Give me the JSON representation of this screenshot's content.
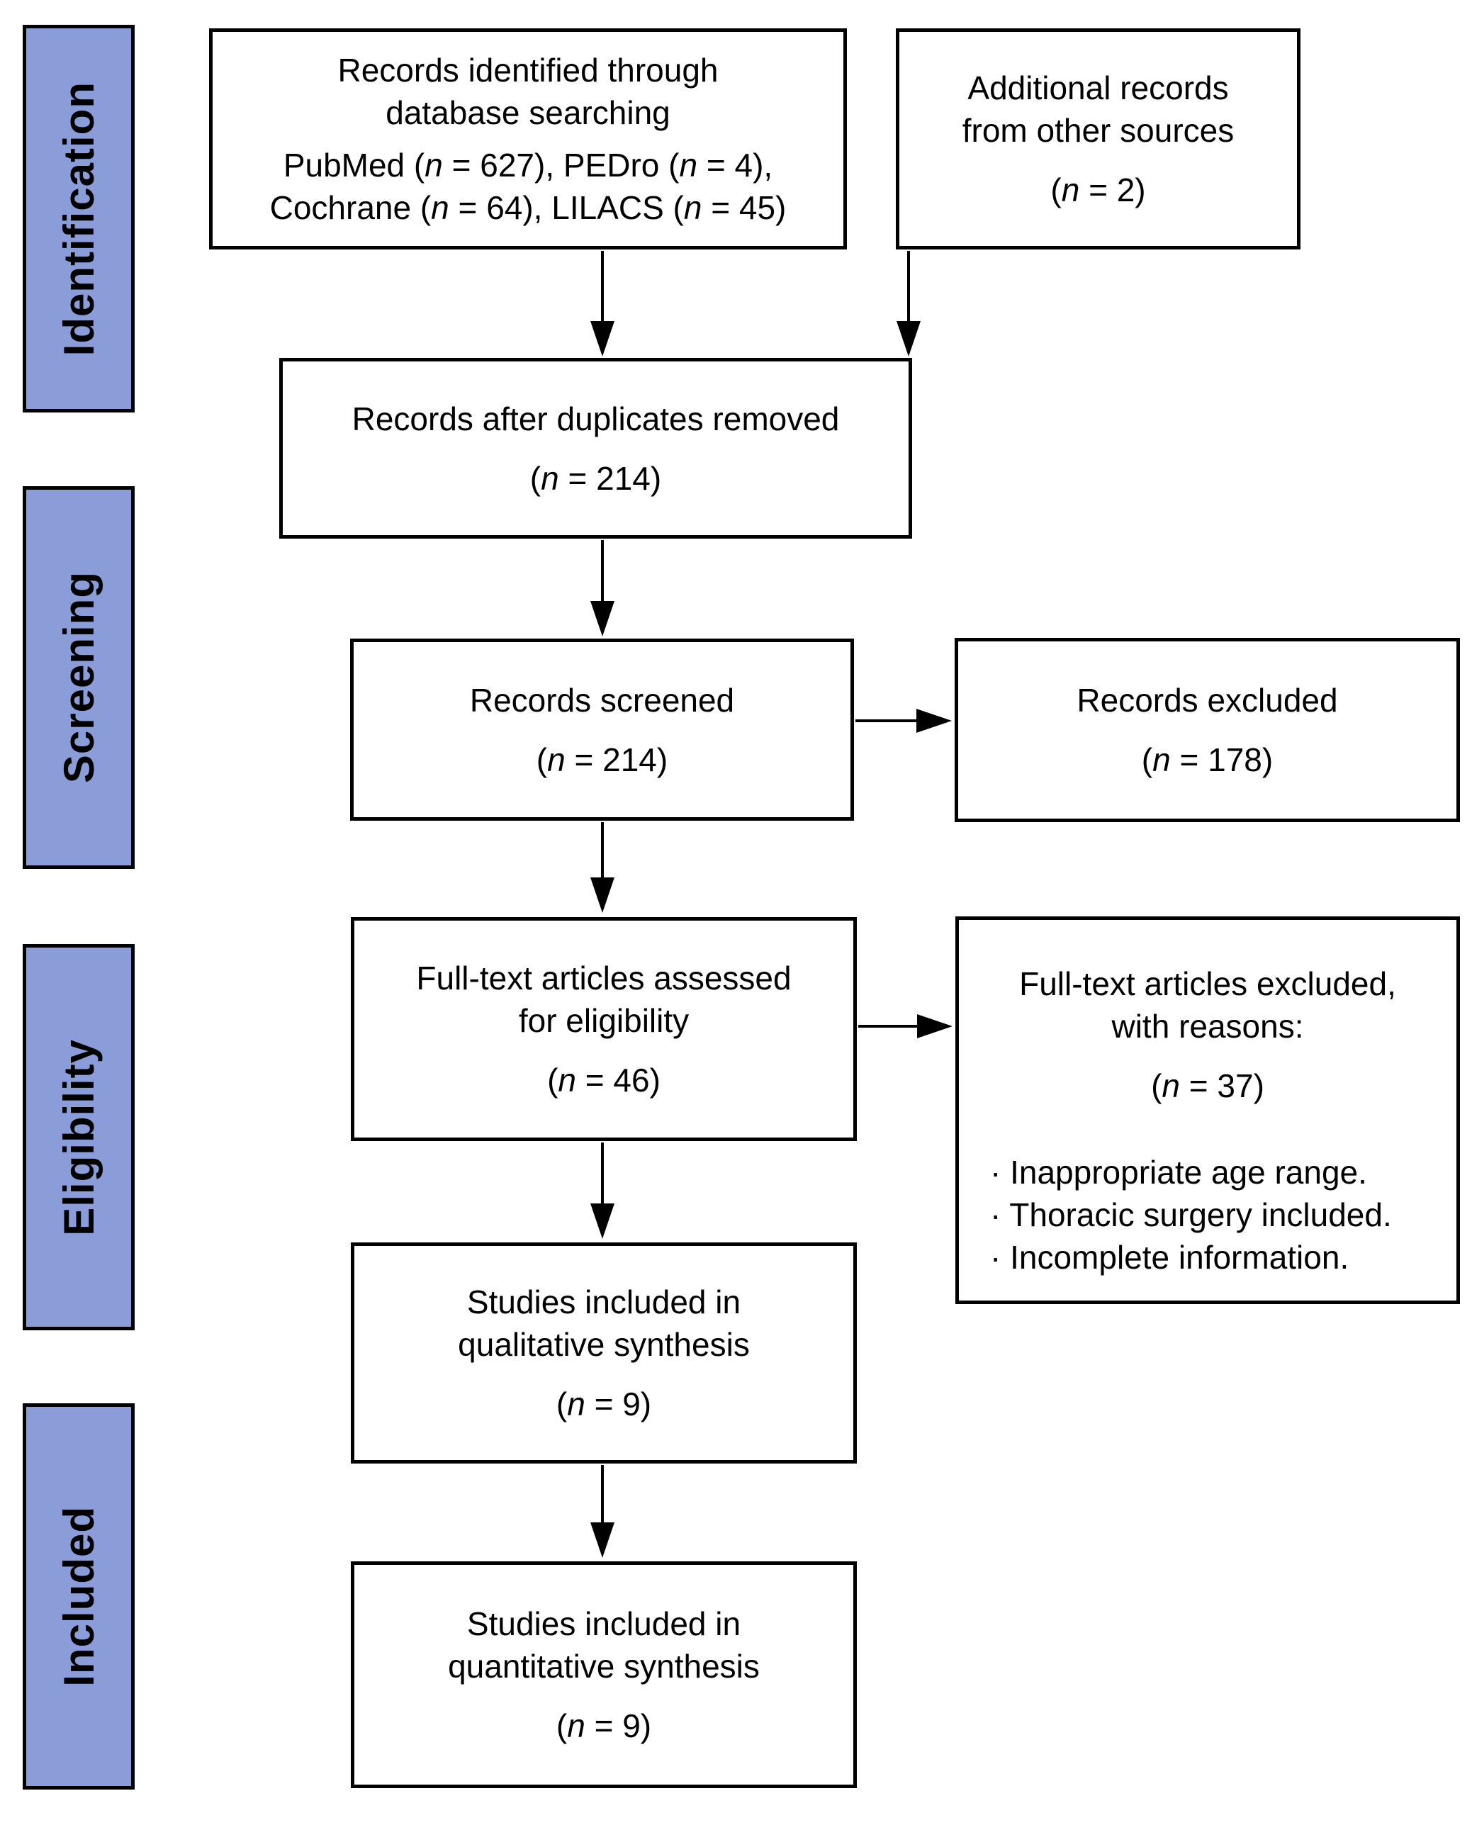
{
  "sidebar": {
    "fill_color": "#8A9DD8",
    "border_color": "#000000",
    "labels": [
      "Identification",
      "Screening",
      "Eligibility",
      "Included"
    ]
  },
  "boxes": {
    "identified": {
      "lines": [
        "Records identified through",
        "database searching"
      ],
      "sources": [
        "PubMed (n = 627), PEDro (n = 4),",
        "Cochrane (n = 64), LILACS (n = 45)"
      ]
    },
    "additional": {
      "lines": [
        "Additional records",
        "from other sources"
      ],
      "count": "(n = 2)"
    },
    "duplicates": {
      "lines": [
        "Records after duplicates removed"
      ],
      "count": "(n = 214)"
    },
    "screened": {
      "lines": [
        "Records screened"
      ],
      "count": "(n = 214)"
    },
    "excluded": {
      "lines": [
        "Records excluded"
      ],
      "count": "(n = 178)"
    },
    "fulltext": {
      "lines": [
        "Full-text articles assessed",
        "for eligibility"
      ],
      "count": "(n = 46)"
    },
    "ft_excluded": {
      "lines": [
        "Full-text articles excluded,",
        "with reasons:"
      ],
      "count": "(n = 37)",
      "reasons": [
        "· Inappropriate age range.",
        "· Thoracic surgery included.",
        "· Incomplete information."
      ]
    },
    "qualitative": {
      "lines": [
        "Studies included in",
        "qualitative synthesis"
      ],
      "count": "(n = 9)"
    },
    "quantitative": {
      "lines": [
        "Studies included in",
        "quantitative synthesis"
      ],
      "count": "(n = 9)"
    }
  }
}
